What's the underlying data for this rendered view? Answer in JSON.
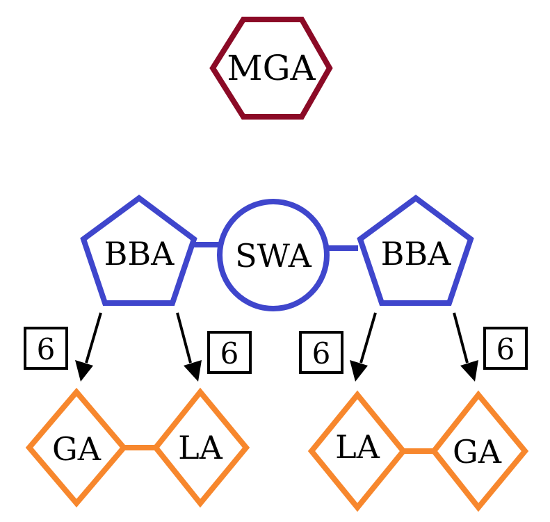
{
  "diagram": {
    "nodes": {
      "mga": {
        "label": "MGA",
        "shape": "hexagon",
        "color": "#8B0A26"
      },
      "bba_left": {
        "label": "BBA",
        "shape": "pentagon",
        "color": "#3F46CC"
      },
      "swa": {
        "label": "SWA",
        "shape": "circle",
        "color": "#3F46CC"
      },
      "bba_right": {
        "label": "BBA",
        "shape": "pentagon",
        "color": "#3F46CC"
      },
      "ga_left": {
        "label": "GA",
        "shape": "diamond",
        "color": "#F7872D"
      },
      "la_left": {
        "label": "LA",
        "shape": "diamond",
        "color": "#F7872D"
      },
      "la_right": {
        "label": "LA",
        "shape": "diamond",
        "color": "#F7872D"
      },
      "ga_right": {
        "label": "GA",
        "shape": "diamond",
        "color": "#F7872D"
      }
    },
    "edge_labels": [
      "6",
      "6",
      "6",
      "6"
    ],
    "colors": {
      "arrow": "#000000",
      "box_border": "#000000"
    }
  }
}
